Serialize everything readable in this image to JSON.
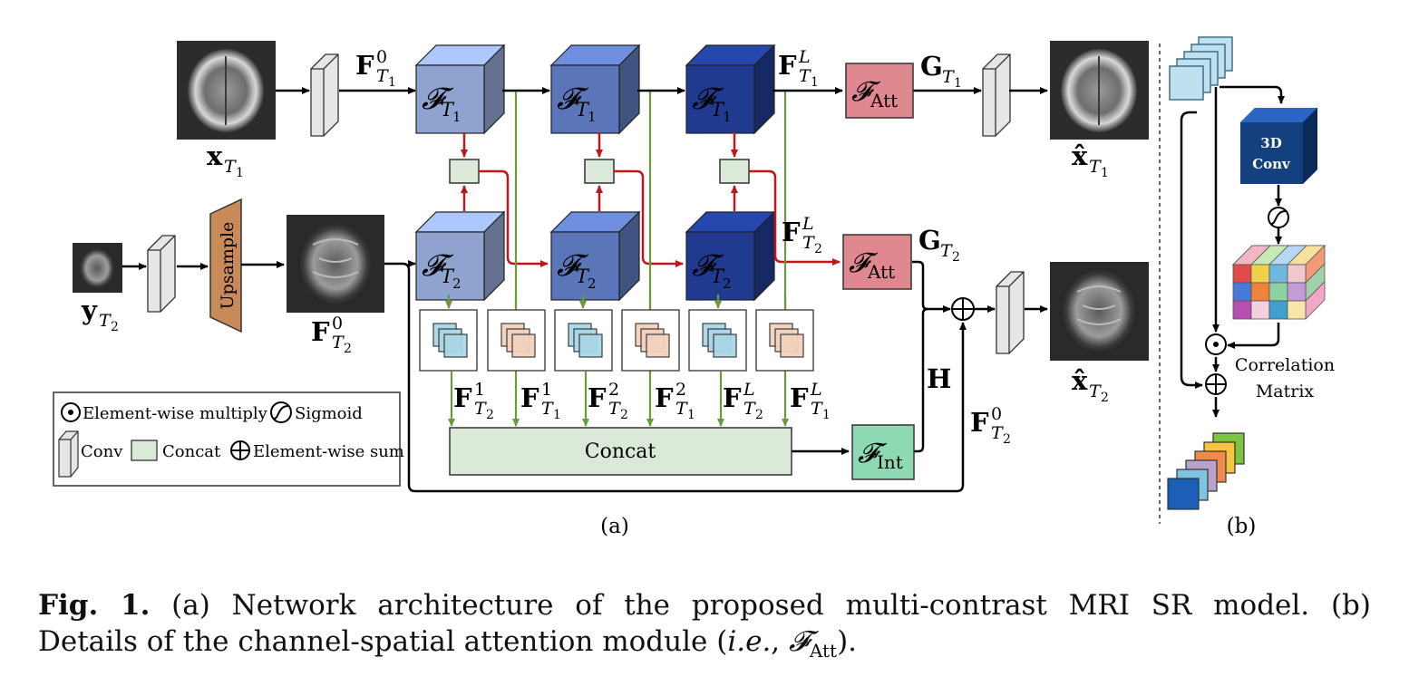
{
  "panel_a": {
    "label": "(a)",
    "inputs": {
      "x_t1": "x",
      "x_t1_sub": "T",
      "x_t1_subsub": "1",
      "y_t2": "y",
      "y_t2_sub": "T",
      "y_t2_subsub": "2"
    },
    "outputs": {
      "xhat_t1": "x̂",
      "xhat_t1_sub": "T",
      "xhat_t1_subsub": "1",
      "xhat_t2": "x̂",
      "xhat_t2_sub": "T",
      "xhat_t2_subsub": "2"
    },
    "features": {
      "F": "F",
      "T": "T",
      "one": "1",
      "two": "2",
      "zero": "0",
      "L": "L"
    },
    "modules": {
      "F_cal": "𝓕",
      "att": "Att",
      "int": "Int",
      "G": "G",
      "H": "H"
    },
    "upsample": "Upsample",
    "concat_block": "Concat",
    "legend": {
      "multiply": "Element-wise multiply",
      "sigmoid": "Sigmoid",
      "conv": "Conv",
      "concat": "Concat",
      "sum": "Element-wise sum"
    }
  },
  "panel_b": {
    "label": "(b)",
    "conv3d_line1": "3D",
    "conv3d_line2": "Conv",
    "corr_line1": "Correlation",
    "corr_line2": "Matrix"
  },
  "caption": {
    "fig_label": "Fig. 1.",
    "line1_rest": " (a) Network architecture of the proposed multi-contrast MRI SR model. (b)",
    "line2_pre": "Details of the channel-spatial attention module (",
    "line2_ie": "i.e.",
    "line2_mid": ", ",
    "line2_F": "𝓕",
    "line2_att": "Att",
    "line2_post": ")."
  },
  "colors": {
    "cube_light": "#8fa3cf",
    "cube_mid": "#5b76b8",
    "cube_dark": "#1f3a8f",
    "att_box": "#e0888f",
    "int_box": "#8cd9b3",
    "concat_fill": "#dbe9d9",
    "upsample": "#c98a5a",
    "green_line": "#6a9a3c",
    "red_line": "#c0161b"
  }
}
